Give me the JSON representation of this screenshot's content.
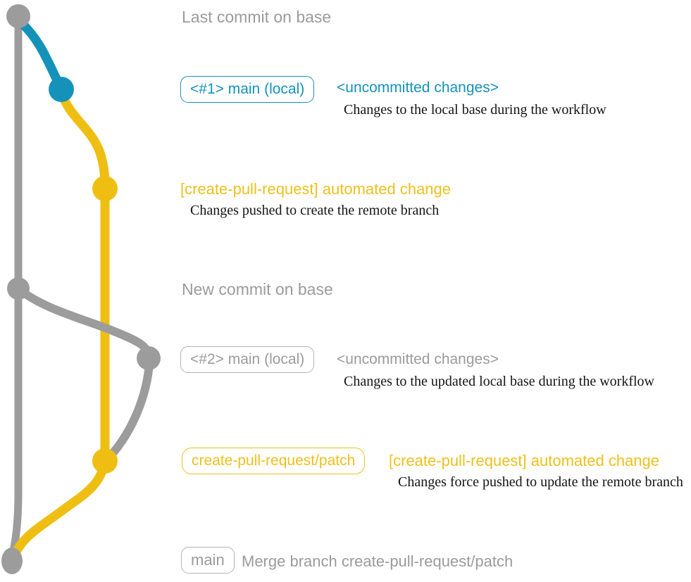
{
  "colors": {
    "gray": "#9c9c9c",
    "teal": "#1592ba",
    "yellow": "#eebf12",
    "box_border_gray": "#b4b4b4",
    "text_gray": "#9b9b9b",
    "text_black": "#141414"
  },
  "labels": {
    "last_commit_on_base": "Last commit on base",
    "new_commit_on_base": "New commit on base"
  },
  "rows": {
    "r1": {
      "badge": "<#1> main (local)",
      "title": "<uncommitted changes>",
      "desc": "Changes to the local base during the workflow"
    },
    "r2": {
      "title": "[create-pull-request] automated change",
      "desc": "Changes pushed to create the remote branch"
    },
    "r3": {
      "badge": "<#2> main (local)",
      "title": "<uncommitted changes>",
      "desc": "Changes to the updated local base during the workflow"
    },
    "r4": {
      "badge": "create-pull-request/patch",
      "title": "[create-pull-request] automated change",
      "desc": "Changes force pushed to update the remote branch"
    },
    "r5": {
      "badge": "main",
      "title": "Merge branch create-pull-request/patch"
    }
  }
}
